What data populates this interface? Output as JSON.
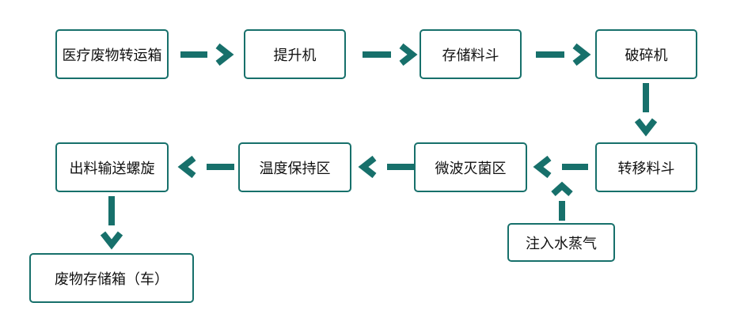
{
  "nodes": {
    "n1": "医疗废物转运箱",
    "n2": "提升机",
    "n3": "存储料斗",
    "n4": "破碎机",
    "n5": "转移料斗",
    "n6": "微波灭菌区",
    "n7": "温度保持区",
    "n8": "出料输送螺旋",
    "n9": "废物存储箱（车）",
    "n10": "注入水蒸气"
  },
  "colors": {
    "accent": "#17706b",
    "border": "#17706b",
    "text": "#111111",
    "background": "#ffffff"
  },
  "flow": [
    [
      "n1",
      "n2"
    ],
    [
      "n2",
      "n3"
    ],
    [
      "n3",
      "n4"
    ],
    [
      "n4",
      "n5"
    ],
    [
      "n5",
      "n6"
    ],
    [
      "n6",
      "n7"
    ],
    [
      "n7",
      "n8"
    ],
    [
      "n8",
      "n9"
    ],
    [
      "n10",
      "n6"
    ]
  ]
}
